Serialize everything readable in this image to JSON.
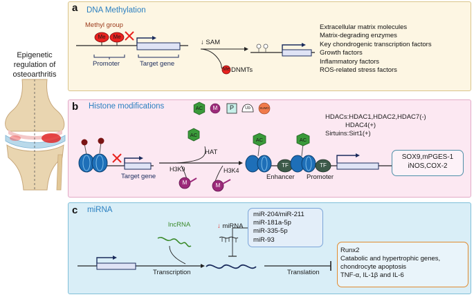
{
  "side": {
    "line1": "Epigenetic",
    "line2": "regulation of",
    "line3": "osteoarthritis"
  },
  "panel_a": {
    "letter": "a",
    "title": "DNA Methylation",
    "methyl_group": "Methyl group",
    "me_label": "Me",
    "promoter": "Promoter",
    "target_gene": "Target gene",
    "sam": "SAM",
    "dnmts": "DNMTs",
    "factors": [
      "Extracellular matrix molecules",
      "Matrix-degrading enzymes",
      "Key chondrogenic transcription factors",
      "Growth factors",
      "Inflammatory  factors",
      "ROS-related stress factors"
    ]
  },
  "panel_b": {
    "letter": "b",
    "title": "Histone modifications",
    "legend": {
      "ac": "AC",
      "m": "M",
      "p": "P",
      "ub": "Ub",
      "sumo": "SUMO"
    },
    "target_gene": "Target gene",
    "hat": "HAT",
    "h3k9": "H3K9",
    "h3k4": "H3K4",
    "m_label": "M",
    "ac_label": "AC",
    "tf_label": "TF",
    "enhancer": "Enhancer",
    "promoter": "Promoter",
    "hdacs_line1": "HDACs:HDAC1,HDAC2,HDAC7(-)",
    "hdacs_line2": "HDAC4(+)",
    "sirtuins": "Sirtuins:Sirt1(+)",
    "targets_line1": "SOX9,mPGES-1",
    "targets_line2": "iNOS,COX-2"
  },
  "panel_c": {
    "letter": "c",
    "title": "miRNA",
    "lncrna": "lncRNA",
    "mirna": "miRNA",
    "mirna_arrow": "↓",
    "transcription": "Transcription",
    "translation": "Translation",
    "mirnas": [
      "miR-204/miR-211",
      "miR-181a-5p",
      "miR-335-5p",
      "miR-93"
    ],
    "outcomes": [
      "Runx2",
      "Catabolic and hypertrophic genes,",
      "chondrocyte apoptosis",
      "TNF-α, IL-1β and IL-6"
    ]
  },
  "colors": {
    "panel_a_bg": "#fdf6e3",
    "panel_b_bg": "#fce8f2",
    "panel_c_bg": "#d9eef7",
    "title_blue": "#2a7fc0",
    "methyl_red": "#e8231f",
    "ac_green": "#3a9a3a",
    "m_magenta": "#9c2a7a",
    "tf_green": "#3d5a4a",
    "nucleosome_blue": "#1e6fb8",
    "outcome_orange": "#e08a2e",
    "mirna_box_border": "#7aa4d8"
  }
}
